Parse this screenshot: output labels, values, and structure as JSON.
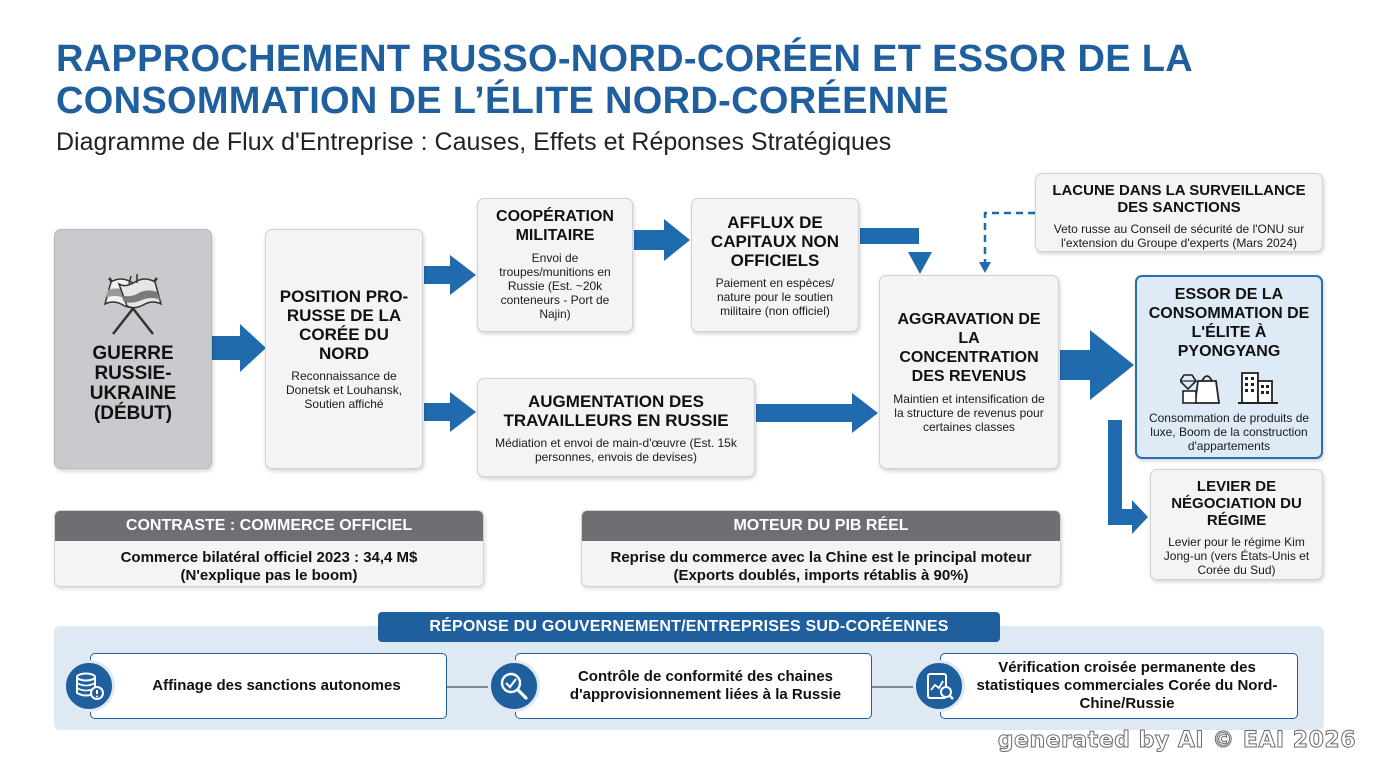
{
  "header": {
    "title": "RAPPROCHEMENT RUSSO-NORD-CORÉEN ET ESSOR DE LA CONSOMMATION DE L’ÉLITE NORD-CORÉENNE",
    "subtitle": "Diagramme de Flux d'Entreprise : Causes, Effets et Réponses Stratégiques"
  },
  "nodes": {
    "war": {
      "title": "GUERRE RUSSIE-UKRAINE (DÉBUT)",
      "icon": "crossed-flags-icon"
    },
    "pro_russia": {
      "title": "POSITION PRO-RUSSE DE LA CORÉE DU NORD",
      "desc": "Reconnaissance de Donetsk et Louhansk, Soutien affiché"
    },
    "military": {
      "title": "COOPÉRATION MILITAIRE",
      "desc": "Envoi de troupes/munitions en Russie (Est. ~20k conteneurs - Port de Najin)"
    },
    "capital": {
      "title": "AFFLUX DE CAPITAUX NON OFFICIELS",
      "desc": "Paiement en espèces/ nature pour le soutien militaire (non officiel)"
    },
    "workers": {
      "title": "AUGMENTATION DES TRAVAILLEURS EN RUSSIE",
      "desc": "Médiation et envoi de main-d'œuvre (Est. 15k personnes, envois de devises)"
    },
    "income": {
      "title": "AGGRAVATION DE LA CONCENTRATION DES REVENUS",
      "desc": "Maintien et intensification de la structure de revenus pour certaines classes"
    },
    "gap": {
      "title": "LACUNE DANS LA SURVEILLANCE DES SANCTIONS",
      "desc": "Veto russe au Conseil de sécurité de l'ONU sur l'extension du Groupe d'experts (Mars 2024)"
    },
    "elite": {
      "title": "ESSOR DE LA CONSOMMATION DE L'ÉLITE À PYONGYANG",
      "desc": "Consommation de produits de luxe, Boom de la construction d'appartements",
      "icons": [
        "luxury-goods-icon",
        "apartment-buildings-icon"
      ]
    },
    "leverage": {
      "title": "LEVIER DE NÉGOCIATION DU RÉGIME",
      "desc": "Levier pour le régime Kim Jong-un (vers États-Unis et Corée du Sud)"
    }
  },
  "panels": {
    "official_trade": {
      "header": "CONTRASTE : COMMERCE OFFICIEL",
      "line1": "Commerce bilatéral officiel 2023 : 34,4 M$",
      "line2": "(N'explique pas le boom)"
    },
    "gdp_driver": {
      "header": "MOTEUR DU PIB RÉEL",
      "line1": "Reprise du commerce avec la Chine est le principal moteur",
      "line2": "(Exports doublés, imports rétablis à 90%)"
    }
  },
  "response": {
    "title": "RÉPONSE DU GOUVERNEMENT/ENTREPRISES SUD-CORÉENNES",
    "items": [
      {
        "label": "Affinage des sanctions autonomes",
        "icon": "database-alert-icon"
      },
      {
        "label": "Contrôle de conformité des chaines d'approvisionnement liées à la Russie",
        "icon": "magnifier-check-icon"
      },
      {
        "label": "Vérification croisée permanente des statistiques commerciales Corée du Nord-Chine/Russie",
        "icon": "chart-report-icon"
      }
    ]
  },
  "colors": {
    "primary": "#1f5f9e",
    "arrow": "#1f6bad",
    "box_fill": "#f4f4f5",
    "war_fill": "#c9cacd",
    "elite_fill": "#deeaf5",
    "panel_header": "#6e6f72",
    "response_band": "#dfe9f3"
  },
  "watermark": "generated by AI © EAI 2026"
}
